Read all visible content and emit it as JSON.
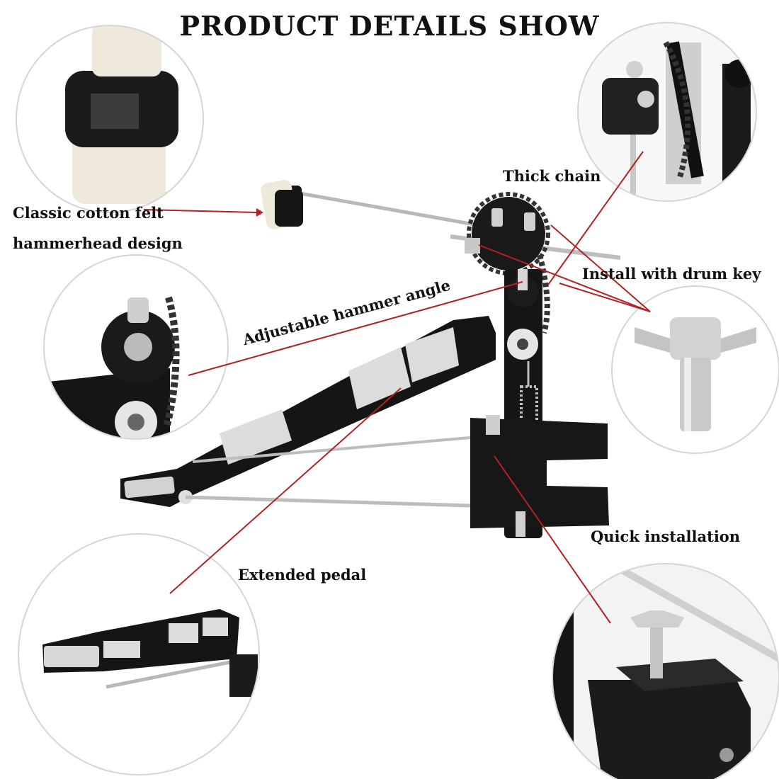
{
  "title": "PRODUCT DETAILS SHOW",
  "labels": {
    "felt_line1": "Classic cotton felt",
    "felt_line2": "hammerhead design",
    "thick_chain": "Thick chain",
    "drum_key": "Install with drum key",
    "hammer_angle": "Adjustable hammer angle",
    "quick_install": "Quick installation",
    "extended_pedal": "Extended pedal"
  },
  "colors": {
    "pointer_line": "#b22222",
    "metal": "#c8c8c8",
    "body": "#151515",
    "felt": "#f1ece0"
  }
}
